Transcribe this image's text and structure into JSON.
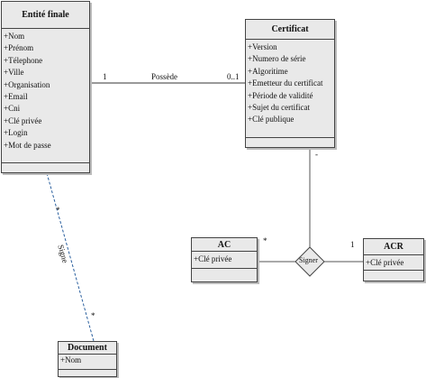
{
  "classes": {
    "entite_finale": {
      "name": "Entité finale",
      "attributes": [
        "+Nom",
        "+Prénom",
        "+Télephone",
        "+Ville",
        "+Organisation",
        "+Email",
        "+Cni",
        "+Clé privée",
        "+Login",
        "+Mot de passe"
      ]
    },
    "certificat": {
      "name": "Certificat",
      "attributes": [
        "+Version",
        "+Numero de série",
        "+Algoritime",
        "+Emetteur du certificat",
        "+Période de validité",
        "+Sujet du certificat",
        "+Clé publique"
      ]
    },
    "ac": {
      "name": "AC",
      "attributes": [
        "+Clé privée"
      ]
    },
    "acr": {
      "name": "ACR",
      "attributes": [
        "+Clé privée"
      ]
    },
    "document": {
      "name": "Document",
      "attributes": [
        "+Nom"
      ]
    }
  },
  "associations": {
    "possede": {
      "label": "Possède",
      "mult_source": "1",
      "mult_target": "0..1"
    },
    "signe": {
      "label": "Signe",
      "mult_source": "*",
      "mult_target": "*"
    },
    "signer": {
      "label": "Signer",
      "mult_ac": "*",
      "mult_acr": "1",
      "mult_cert": "-"
    }
  }
}
